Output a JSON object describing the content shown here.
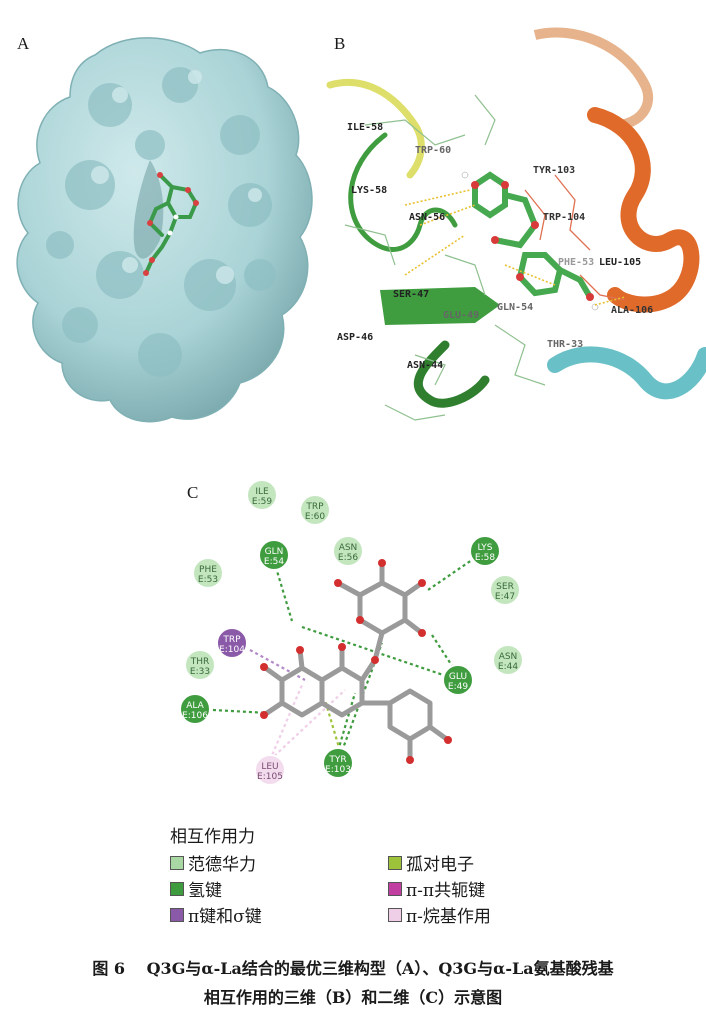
{
  "panels": {
    "a_label": "A",
    "b_label": "B",
    "c_label": "C"
  },
  "panel_b_residues": [
    {
      "id": "ile58",
      "text": "ILE-58"
    },
    {
      "id": "trp60",
      "text": "TRP-60"
    },
    {
      "id": "lys58",
      "text": "LYS-58"
    },
    {
      "id": "asn56",
      "text": "ASN-56"
    },
    {
      "id": "tyr103",
      "text": "TYR-103"
    },
    {
      "id": "trp104",
      "text": "TRP-104"
    },
    {
      "id": "phe53",
      "text": "PHE-53"
    },
    {
      "id": "leu105",
      "text": "LEU-105"
    },
    {
      "id": "ser47",
      "text": "SER-47"
    },
    {
      "id": "glu49",
      "text": "GLU-49"
    },
    {
      "id": "gln54",
      "text": "GLN-54"
    },
    {
      "id": "ala106",
      "text": "ALA-106"
    },
    {
      "id": "asp46",
      "text": "ASP-46"
    },
    {
      "id": "thr33",
      "text": "THR-33"
    },
    {
      "id": "asn44",
      "text": "ASN-44"
    }
  ],
  "panel_c_residues": [
    {
      "name": "ILE",
      "chain": "E:59",
      "type": "vdw"
    },
    {
      "name": "TRP",
      "chain": "E:60",
      "type": "vdw"
    },
    {
      "name": "GLN",
      "chain": "E:54",
      "type": "hbond"
    },
    {
      "name": "ASN",
      "chain": "E:56",
      "type": "vdw"
    },
    {
      "name": "LYS",
      "chain": "E:58",
      "type": "hbond"
    },
    {
      "name": "PHE",
      "chain": "E:53",
      "type": "vdw"
    },
    {
      "name": "SER",
      "chain": "E:47",
      "type": "vdw"
    },
    {
      "name": "TRP",
      "chain": "E:104",
      "type": "pisigma"
    },
    {
      "name": "THR",
      "chain": "E:33",
      "type": "vdw"
    },
    {
      "name": "GLU",
      "chain": "E:49",
      "type": "hbond"
    },
    {
      "name": "ASN",
      "chain": "E:44",
      "type": "vdw"
    },
    {
      "name": "ALA",
      "chain": "E:106",
      "type": "hbond"
    },
    {
      "name": "LEU",
      "chain": "E:105",
      "type": "pialkyl"
    },
    {
      "name": "TYR",
      "chain": "E:103",
      "type": "hbond"
    }
  ],
  "legend": {
    "title": "相互作用力",
    "items": [
      {
        "label": "范德华力",
        "color": "#a9d8a4"
      },
      {
        "label": "孤对电子",
        "color": "#9cc33a"
      },
      {
        "label": "氢键",
        "color": "#3e9b3e"
      },
      {
        "label": "π-π共轭键",
        "color": "#c03fa0"
      },
      {
        "label": "π键和σ键",
        "color": "#8a5aa8"
      },
      {
        "label": "π-烷基作用",
        "color": "#efcfe8"
      }
    ]
  },
  "caption": {
    "line1": "图 6　 Q3G与α-La结合的最优三维构型（A）、Q3G与α-La氨基酸残基",
    "line2": "相互作用的三维（B）和二维（C）示意图"
  },
  "colors": {
    "surface": "#a9d3d6",
    "hbond": "#3e9b3e",
    "vdw": "#a9d8a4",
    "pisigma": "#8a5aa8",
    "pialkyl": "#efcfe8",
    "ribbon_green": "#3f9c3f",
    "ribbon_orange": "#e06a2a",
    "ribbon_cyan": "#4fb5bd",
    "ribbon_yellow": "#dede6a"
  }
}
